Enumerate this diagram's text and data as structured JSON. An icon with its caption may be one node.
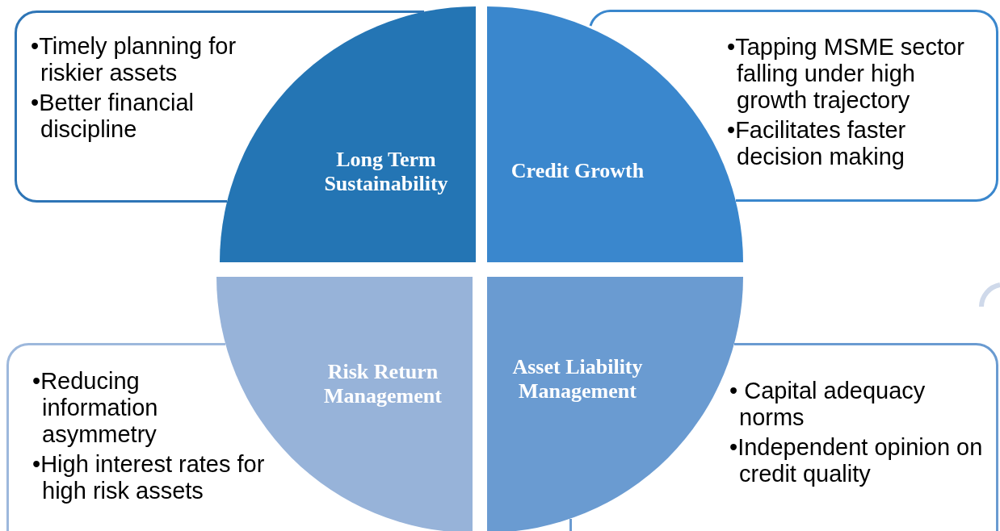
{
  "diagram": {
    "nodes": [
      {
        "text": [
          "•Timely planning for riskier assets",
          "•Better financial discipline"
        ]
      },
      {
        "text": [
          "Long Term Sustainability"
        ]
      },
      {
        "text": [
          "Credit Growth"
        ]
      },
      {
        "text": [
          "•Tapping MSME sector falling under high growth trajectory",
          "•Facilitates faster decision making"
        ]
      },
      {
        "text": [
          "•Reducing information asymmetry",
          "•High interest rates for high risk assets"
        ]
      },
      {
        "text": [
          "Risk Return Management"
        ]
      },
      {
        "text": [
          "Asset Liability Management"
        ]
      },
      {
        "text": [
          "• Capital adequacy norms",
          "•Independent opinion on credit quality"
        ]
      }
    ]
  }
}
